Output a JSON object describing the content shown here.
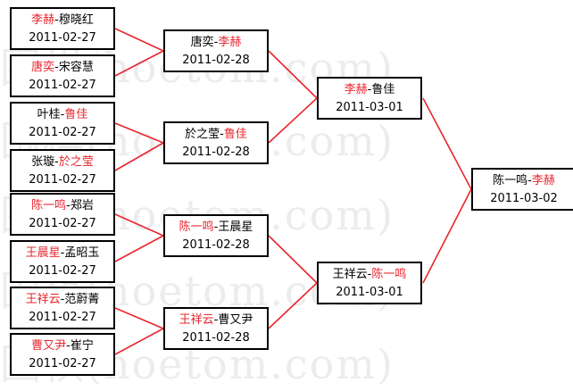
{
  "watermark": "围棋(hoetom.com)",
  "round1": [
    {
      "w": "李赫",
      "l": "穆晓红",
      "wfirst": true,
      "date": "2011-02-27"
    },
    {
      "w": "唐奕",
      "l": "宋容慧",
      "wfirst": true,
      "date": "2011-02-27"
    },
    {
      "w": "鲁佳",
      "l": "叶桂",
      "wfirst": false,
      "date": "2011-02-27"
    },
    {
      "w": "於之莹",
      "l": "张璇",
      "wfirst": false,
      "date": "2011-02-27"
    },
    {
      "w": "陈一鸣",
      "l": "郑岩",
      "wfirst": true,
      "date": "2011-02-27"
    },
    {
      "w": "王晨星",
      "l": "孟昭玉",
      "wfirst": true,
      "date": "2011-02-27"
    },
    {
      "w": "王祥云",
      "l": "范蔚菁",
      "wfirst": true,
      "date": "2011-02-27"
    },
    {
      "w": "曹又尹",
      "l": "崔宁",
      "wfirst": true,
      "date": "2011-02-27"
    }
  ],
  "round2": [
    {
      "w": "李赫",
      "l": "唐奕",
      "wfirst": false,
      "date": "2011-02-28"
    },
    {
      "w": "鲁佳",
      "l": "於之莹",
      "wfirst": false,
      "date": "2011-02-28"
    },
    {
      "w": "陈一鸣",
      "l": "王晨星",
      "wfirst": true,
      "date": "2011-02-28"
    },
    {
      "w": "王祥云",
      "l": "曹又尹",
      "wfirst": true,
      "date": "2011-02-28"
    }
  ],
  "round3": [
    {
      "w": "李赫",
      "l": "鲁佳",
      "wfirst": true,
      "date": "2011-03-01"
    },
    {
      "w": "陈一鸣",
      "l": "王祥云",
      "wfirst": false,
      "date": "2011-03-01"
    }
  ],
  "final": [
    {
      "w": "李赫",
      "l": "陈一鸣",
      "wfirst": false,
      "date": "2011-03-02"
    }
  ],
  "colors": {
    "winner": "#e8262e",
    "line": "#e8262e",
    "border": "#000000"
  }
}
